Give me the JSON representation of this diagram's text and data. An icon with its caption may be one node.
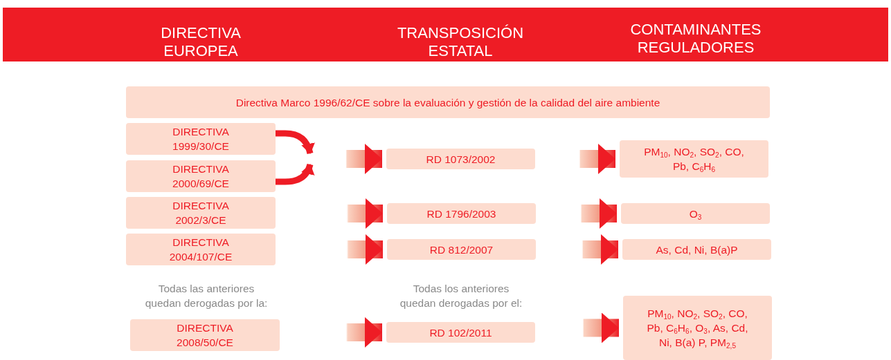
{
  "diagram": {
    "nodes": [
      {
        "text": [
          "DIRECTIVA EUROPEA",
          "TRANSPOSICIÓN ESTATAL",
          "CONTAMINANTES REGULADORES"
        ]
      },
      {
        "text": [
          "Directiva Marco 1996/62/CE sobre la evaluación y gestión de la calidad del aire ambiente"
        ]
      },
      {
        "text": [
          "DIRECTIVA 1999/30/CE"
        ]
      },
      {
        "text": [
          "DIRECTIVA 2000/69/CE"
        ]
      },
      {
        "text": [
          "DIRECTIVA 2002/3/CE"
        ]
      },
      {
        "text": [
          "DIRECTIVA 2004/107/CE"
        ]
      },
      {
        "text": [
          "RD 1073/2002"
        ]
      },
      {
        "text": [
          "RD 1796/2003"
        ]
      },
      {
        "text": [
          "RD 812/2007"
        ]
      },
      {
        "text": [
          "PM$_{10}$, NO$_{2}$, SO$_{2}$, CO, Pb, C$_{6}$H$_{6}$"
        ]
      },
      {
        "text": [
          "O$_{3}$"
        ]
      },
      {
        "text": [
          "As, Cd, Ni, B(a)P"
        ]
      },
      {
        "text": [
          "DIRECTIVA 2008/50/CE"
        ]
      },
      {
        "text": [
          "RD 102/2011"
        ]
      },
      {
        "text": [
          "PM$_{10}$, NO$_{2}$, SO$_{2}$, CO, Pb, C$_{6}$H$_{6}$, O$_{3}$, As, Cd, Ni, B(a) P, PM$_{2,5}$"
        ]
      }
    ],
    "edges": [
      {
        "from": 2,
        "to": 6,
        "arrow": "to"
      },
      {
        "from": 3,
        "to": 6,
        "arrow": "to"
      },
      {
        "from": 4,
        "to": 7,
        "arrow": "to"
      },
      {
        "from": 5,
        "to": 8,
        "arrow": "to"
      },
      {
        "from": 6,
        "to": 9,
        "arrow": "to"
      },
      {
        "from": 7,
        "to": 10,
        "arrow": "to"
      },
      {
        "from": 8,
        "to": 11,
        "arrow": "to"
      },
      {
        "from": 12,
        "to": 13,
        "arrow": "to"
      },
      {
        "from": 13,
        "to": 14,
        "arrow": "to"
      }
    ],
    "labels": [
      "Todas las anteriores quedan derogadas por la:",
      "Todas los anteriores quedan derogadas por el:"
    ]
  }
}
